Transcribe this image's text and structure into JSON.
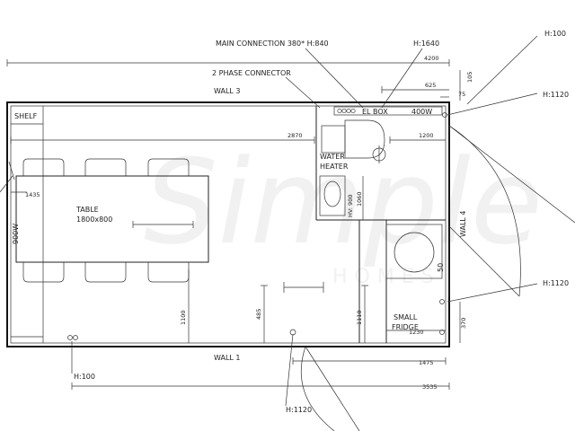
{
  "watermark": {
    "main": "Simple",
    "sub": "HOMES"
  },
  "walls": {
    "top": "WALL 3",
    "bottom": "WALL 1",
    "right": "WALL 4"
  },
  "rooms": {
    "shelf": "SHELF",
    "table_line1": "TABLE",
    "table_line2": "1800x800",
    "side_wall": "900W",
    "water_heater_line1": "WATER",
    "water_heater_line2": "HEATER",
    "hv": "HV: 900",
    "fridge_line1": "SMALL",
    "fridge_line2": "FRIDGE",
    "el_box": "EL BOX",
    "socket_400": "400W",
    "socket_50": "50"
  },
  "callouts": {
    "main_connection": "MAIN CONNECTION 380* H:840",
    "two_phase": "2 PHASE CONNECTOR",
    "h1640": "H:1640",
    "h100_top": "H:100",
    "h1120_a": "H:1120",
    "h1120_b": "H:1120",
    "h100_bottom": "H:100",
    "h1120_bottom": "H:1120"
  },
  "dimensions": {
    "d4200": "4200",
    "d625": "625",
    "d75": "75",
    "d105": "105",
    "d2870": "2870",
    "d1200": "1200",
    "d1435": "1435",
    "d1060": "1060",
    "d1100": "1100",
    "d485": "485",
    "d1110": "1110",
    "d1230": "1230",
    "d370": "370",
    "d1475": "1475",
    "d3535": "3535"
  }
}
